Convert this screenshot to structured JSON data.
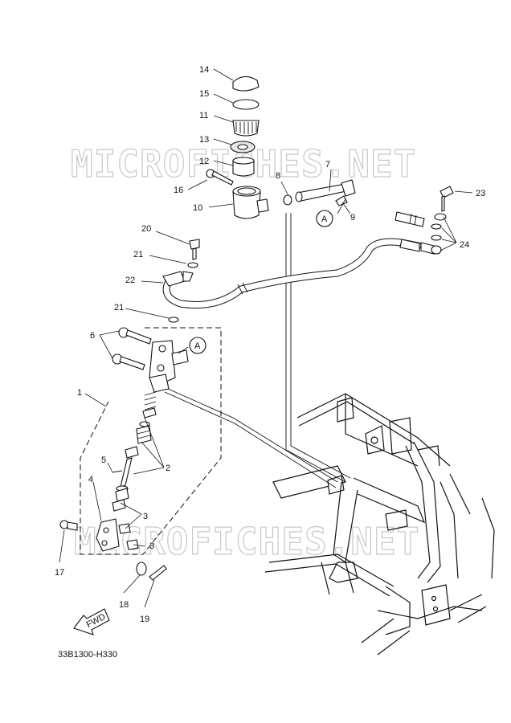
{
  "watermark": {
    "top": "MICROFICHES.NET",
    "bottom": "MICROFICHES.NET"
  },
  "callouts": {
    "c14": "14",
    "c15": "15",
    "c11": "11",
    "c13": "13",
    "c12": "12",
    "c16": "16",
    "c10": "10",
    "c8": "8",
    "c7": "7",
    "c9": "9",
    "cA1": "A",
    "c23": "23",
    "c24": "24",
    "c20": "20",
    "c21a": "21",
    "c22": "22",
    "c21b": "21",
    "c6": "6",
    "cA2": "A",
    "c1": "1",
    "c2": "2",
    "c5": "5",
    "c4": "4",
    "c3a": "3",
    "c3b": "3",
    "c17": "17",
    "c18": "18",
    "c19": "19"
  },
  "fwd_label": "FWD",
  "diagram_code": "33B1300-H330"
}
